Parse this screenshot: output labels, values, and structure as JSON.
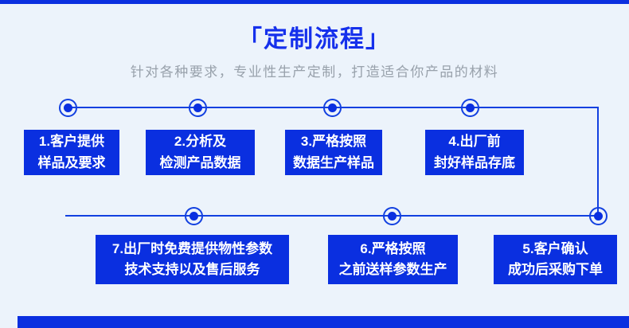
{
  "header": {
    "title": "「定制流程」",
    "subtitle": "针对各种要求，专业性生产定制，打造适合你产品的材料"
  },
  "colors": {
    "background": "#ECF3FB",
    "accent": "#0A2FE0",
    "line": "#1240E0",
    "title": "#1530EC",
    "subtitle": "#98A1AB",
    "boxtext": "#FFFFFF"
  },
  "flow": {
    "steps": [
      {
        "id": 1,
        "line1": "1.客户提供",
        "line2": "样品及要求"
      },
      {
        "id": 2,
        "line1": "2.分析及",
        "line2": "检测产品数据"
      },
      {
        "id": 3,
        "line1": "3.严格按照",
        "line2": "数据生产样品"
      },
      {
        "id": 4,
        "line1": "4.出厂前",
        "line2": "封好样品存底"
      },
      {
        "id": 5,
        "line1": "5.客户确认",
        "line2": "成功后采购下单"
      },
      {
        "id": 6,
        "line1": "6.严格按照",
        "line2": "之前送样参数生产"
      },
      {
        "id": 7,
        "line1": "7.出厂时免费提供物性参数",
        "line2": "技术支持以及售后服务"
      }
    ]
  }
}
